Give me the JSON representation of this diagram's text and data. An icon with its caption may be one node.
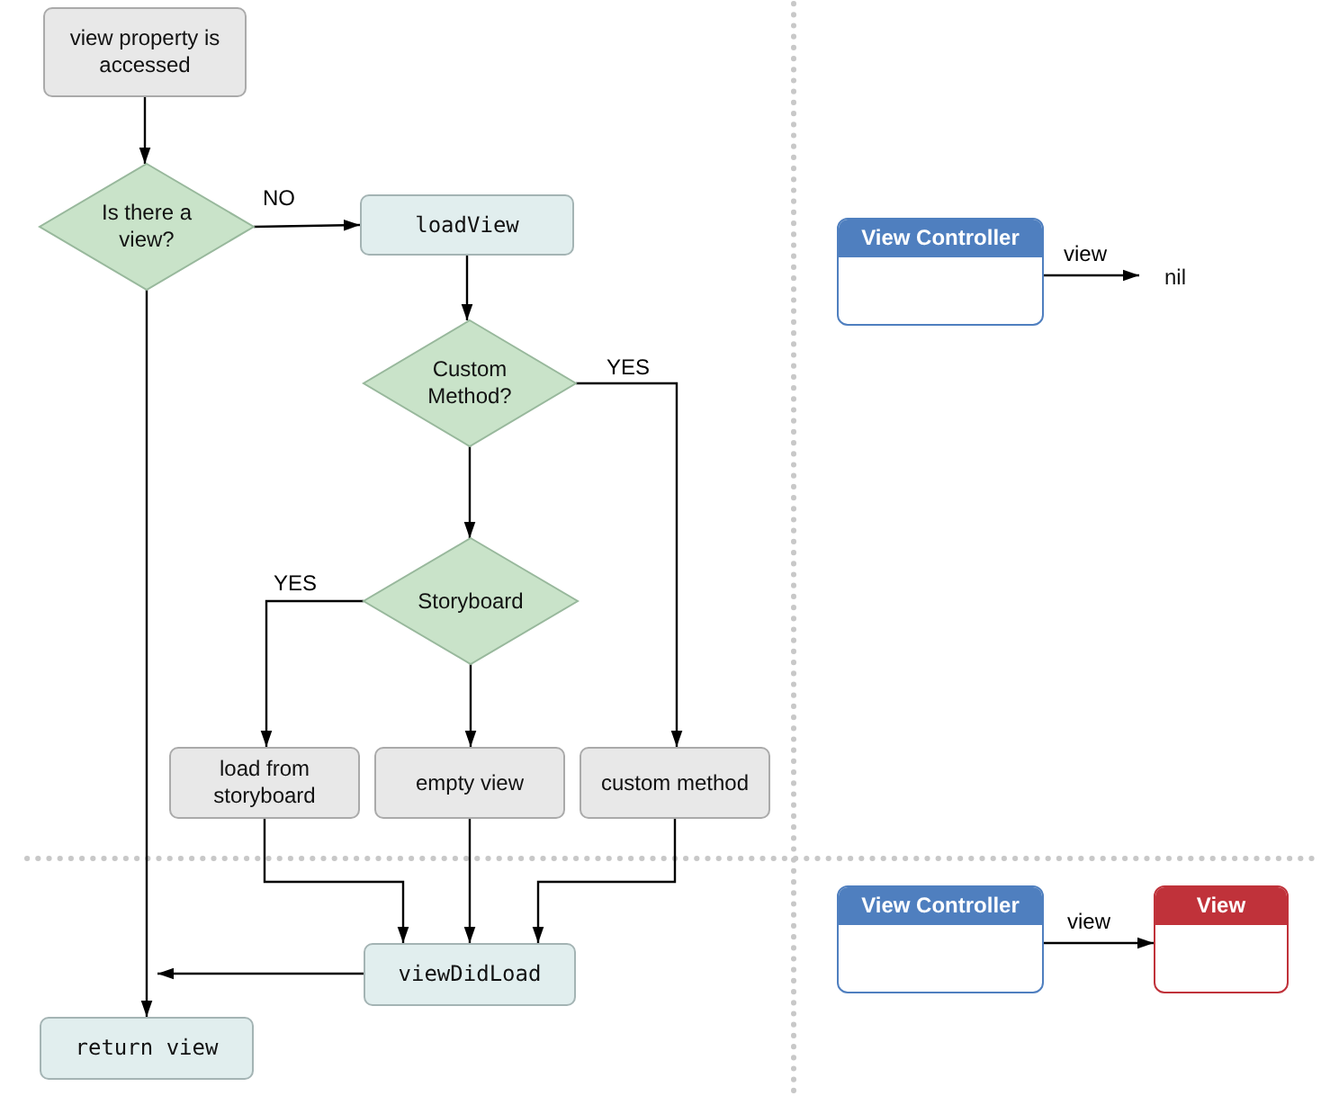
{
  "diagram": {
    "nodes": [
      {
        "text": [
          "view property is accessed"
        ]
      },
      {
        "text": [
          "Is there a view?"
        ]
      },
      {
        "text": [
          "loadView"
        ]
      },
      {
        "text": [
          "Custom Method?"
        ]
      },
      {
        "text": [
          "Storyboard"
        ]
      },
      {
        "text": [
          "load from storyboard"
        ]
      },
      {
        "text": [
          "empty view"
        ]
      },
      {
        "text": [
          "custom method"
        ]
      },
      {
        "text": [
          "viewDidLoad"
        ]
      },
      {
        "text": [
          "return view"
        ]
      },
      {
        "text": [
          "View Controller"
        ]
      },
      {
        "text": [
          "nil"
        ]
      },
      {
        "text": [
          "View Controller"
        ]
      },
      {
        "text": [
          "View"
        ]
      }
    ],
    "edges": [
      {
        "from": 0,
        "to": 1,
        "arrow": "to"
      },
      {
        "from": 1,
        "to": 2,
        "arrow": "to",
        "label": "NO"
      },
      {
        "from": 2,
        "to": 3,
        "arrow": "to"
      },
      {
        "from": 3,
        "to": 7,
        "arrow": "to",
        "label": "YES"
      },
      {
        "from": 3,
        "to": 4,
        "arrow": "to"
      },
      {
        "from": 4,
        "to": 5,
        "arrow": "to",
        "label": "YES"
      },
      {
        "from": 4,
        "to": 6,
        "arrow": "to"
      },
      {
        "from": 5,
        "to": 8,
        "arrow": "to"
      },
      {
        "from": 6,
        "to": 8,
        "arrow": "to"
      },
      {
        "from": 7,
        "to": 8,
        "arrow": "to"
      },
      {
        "from": 8,
        "to": 9,
        "arrow": "to"
      },
      {
        "from": 1,
        "to": 9,
        "arrow": "to"
      },
      {
        "from": 10,
        "to": 11,
        "arrow": "to",
        "label": "view"
      },
      {
        "from": 12,
        "to": 13,
        "arrow": "to",
        "label": "view"
      }
    ]
  }
}
